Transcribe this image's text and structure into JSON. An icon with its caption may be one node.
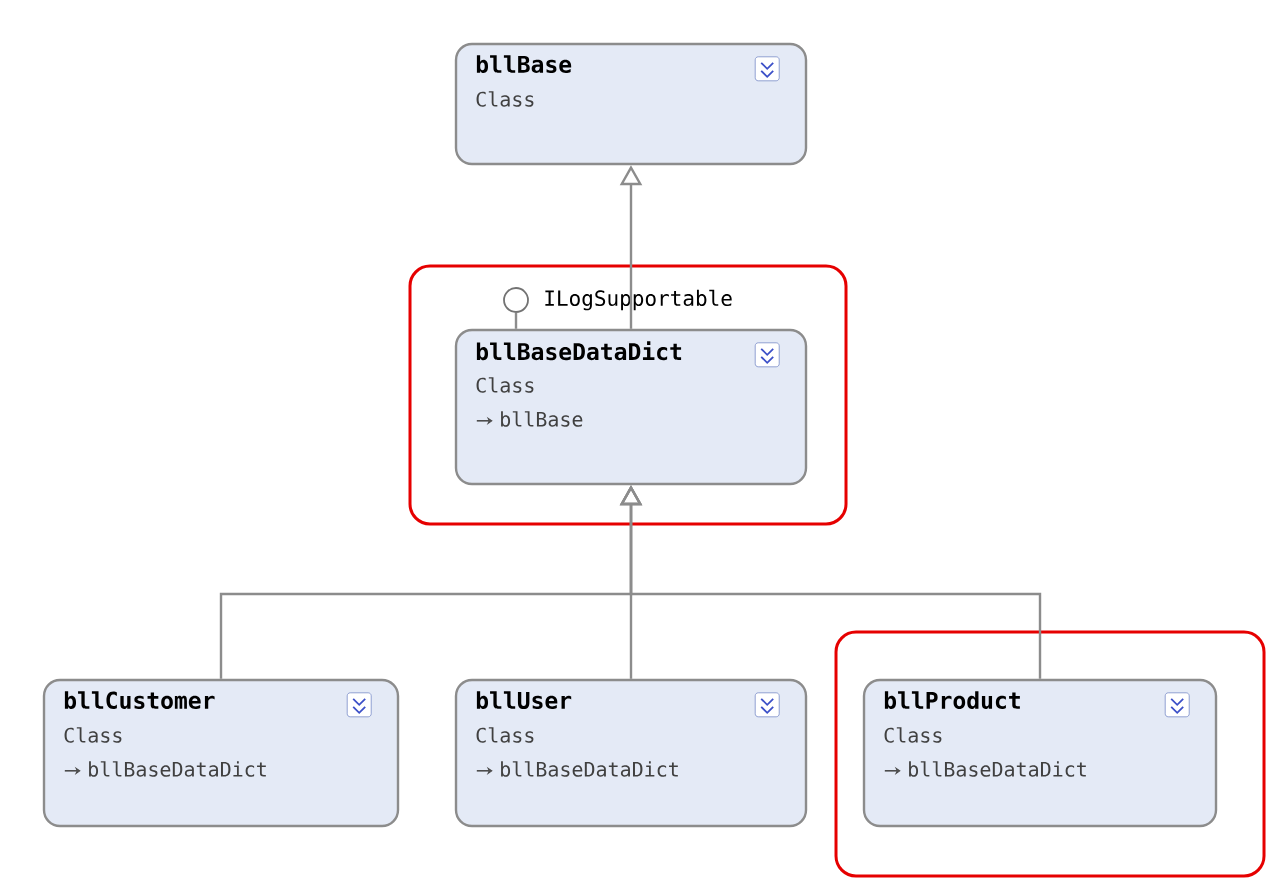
{
  "diagram": {
    "nodes": [
      {
        "text": [
          "bllBase",
          "Class"
        ]
      },
      {
        "text": [],
        "shape": "box"
      },
      {
        "text": [],
        "shape": "circle",
        "in": 1,
        "beside": [
          "ILogSupportable"
        ]
      },
      {
        "text": [
          "bllBaseDataDict",
          "Class",
          "bllBase"
        ],
        "in": 1
      },
      {
        "text": [
          "bllCustomer",
          "Class",
          "bllBaseDataDict"
        ]
      },
      {
        "text": [
          "bllUser",
          "Class",
          "bllBaseDataDict"
        ]
      },
      {
        "text": [],
        "shape": "box"
      },
      {
        "text": [
          "bllProduct",
          "Class",
          "bllBaseDataDict"
        ],
        "in": 6
      }
    ],
    "edges": [
      {
        "from": 3,
        "to": 0,
        "arrow": "to"
      },
      {
        "from": 3,
        "to": 2,
        "arrow": "none"
      },
      {
        "from": 4,
        "to": 3,
        "arrow": "to"
      },
      {
        "from": 5,
        "to": 3,
        "arrow": "to"
      },
      {
        "from": 7,
        "to": 3,
        "arrow": "to"
      }
    ]
  }
}
